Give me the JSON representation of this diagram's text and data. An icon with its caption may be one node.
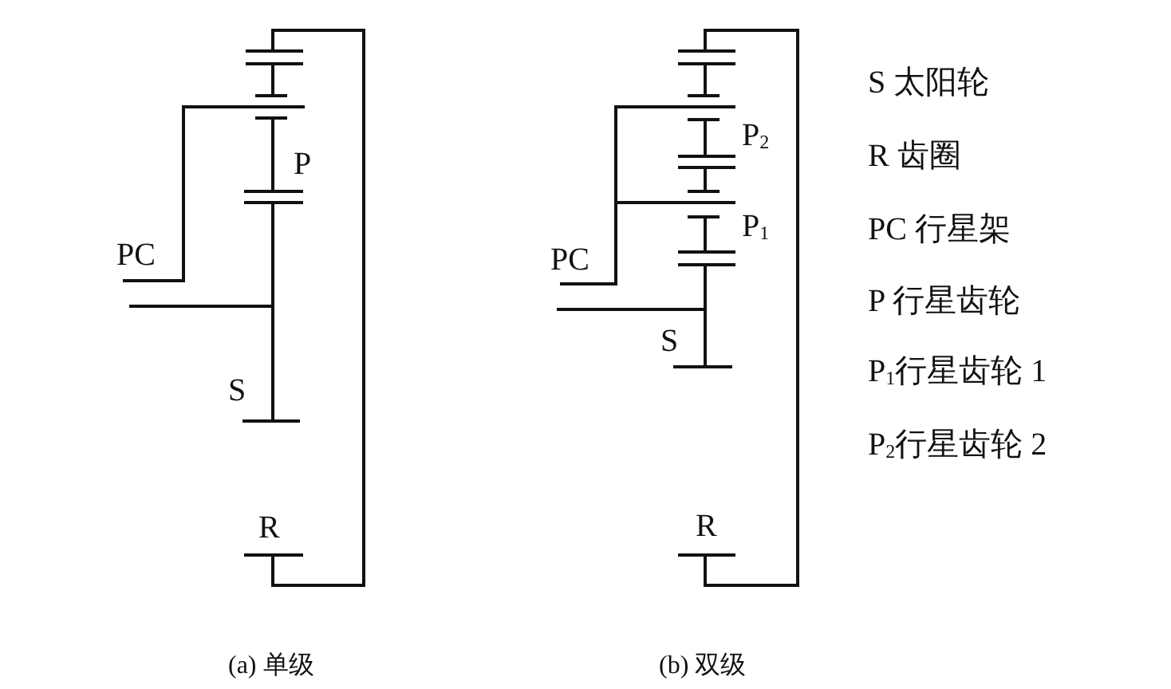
{
  "diagram": {
    "labels": [
      "P",
      "PC",
      "S",
      "R",
      "P$_{2}$",
      "P$_{1}$",
      "PC",
      "S",
      "R",
      "S 太阳轮",
      "R 齿圈",
      "PC 行星架",
      "P 行星齿轮",
      "P$_{1}$行星齿轮 1",
      "P$_{2}$行星齿轮 2",
      "(a) 单级",
      "(b) 双级"
    ]
  }
}
